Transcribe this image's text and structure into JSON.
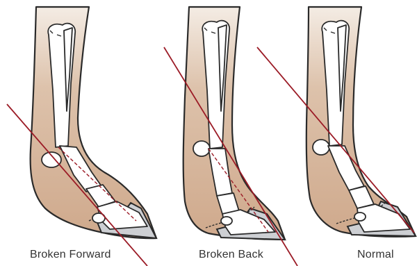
{
  "panels": [
    {
      "caption": "Broken Forward"
    },
    {
      "caption": "Broken Back"
    },
    {
      "caption": "Normal"
    }
  ],
  "colors": {
    "skin": "#d4b197",
    "skin_dark": "#c29a7c",
    "outline": "#2a2a2a",
    "bone": "#ffffff",
    "hoof": "#cdcfd3",
    "axis_line": "#9b1b26",
    "caption": "#333333"
  }
}
